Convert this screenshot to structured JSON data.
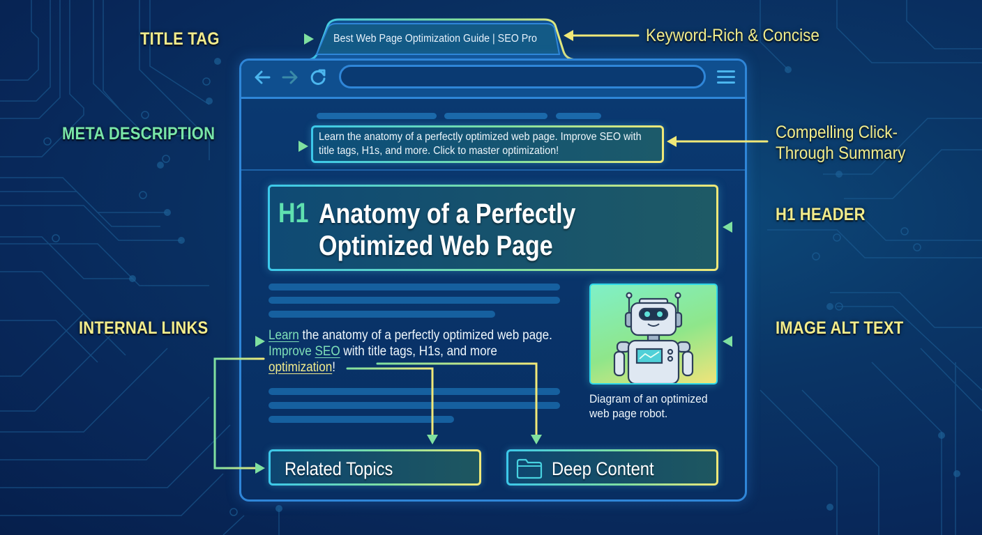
{
  "browser": {
    "tab_title": "Best Web Page Optimization Guide | SEO Pro",
    "url": "",
    "nav": {
      "back_icon": "arrow-left-icon",
      "forward_icon": "arrow-right-icon",
      "reload_icon": "reload-icon",
      "menu_icon": "hamburger-menu-icon"
    }
  },
  "page": {
    "meta_description": "Learn the anatomy of a perfectly optimized web page. Improve SEO with title tags, H1s, and more. Click to master optimization!",
    "h1_tag": "H1",
    "h1_title": "Anatomy of a Perfectly Optimized Web Page",
    "body_paragraph": {
      "link1": "Learn",
      "text1": " the anatomy of a perfectly optimized web page. ",
      "link2": "Improve",
      "text2": " ",
      "link3": "SEO",
      "text3": " with title tags, H1s, and more ",
      "link4": "optimization",
      "text4": "!"
    },
    "image": {
      "icon": "robot-icon",
      "alt_caption": "Diagram of an optimized web page robot."
    },
    "cta_buttons": [
      {
        "label": "Related Topics",
        "icon": ""
      },
      {
        "label": "Deep Content",
        "icon": "folder-icon"
      }
    ]
  },
  "annotations": {
    "title_tag": "TITLE TAG",
    "title_tag_note": "Keyword-Rich & Concise",
    "meta_description": "META DESCRIPTION",
    "meta_description_note_line1": "Compelling Click-",
    "meta_description_note_line2": "Through Summary",
    "h1_header": "H1 HEADER",
    "internal_links": "INTERNAL LINKS",
    "image_alt_text": "IMAGE ALT TEXT"
  },
  "colors": {
    "background": "#08285a",
    "browser_border": "#2f86d8",
    "accent_cyan": "#3cc8ea",
    "accent_green": "#7fe0a0",
    "accent_yellow": "#f0e878",
    "label_yellow": "#f2ec8c",
    "label_green": "#79e6a8"
  }
}
